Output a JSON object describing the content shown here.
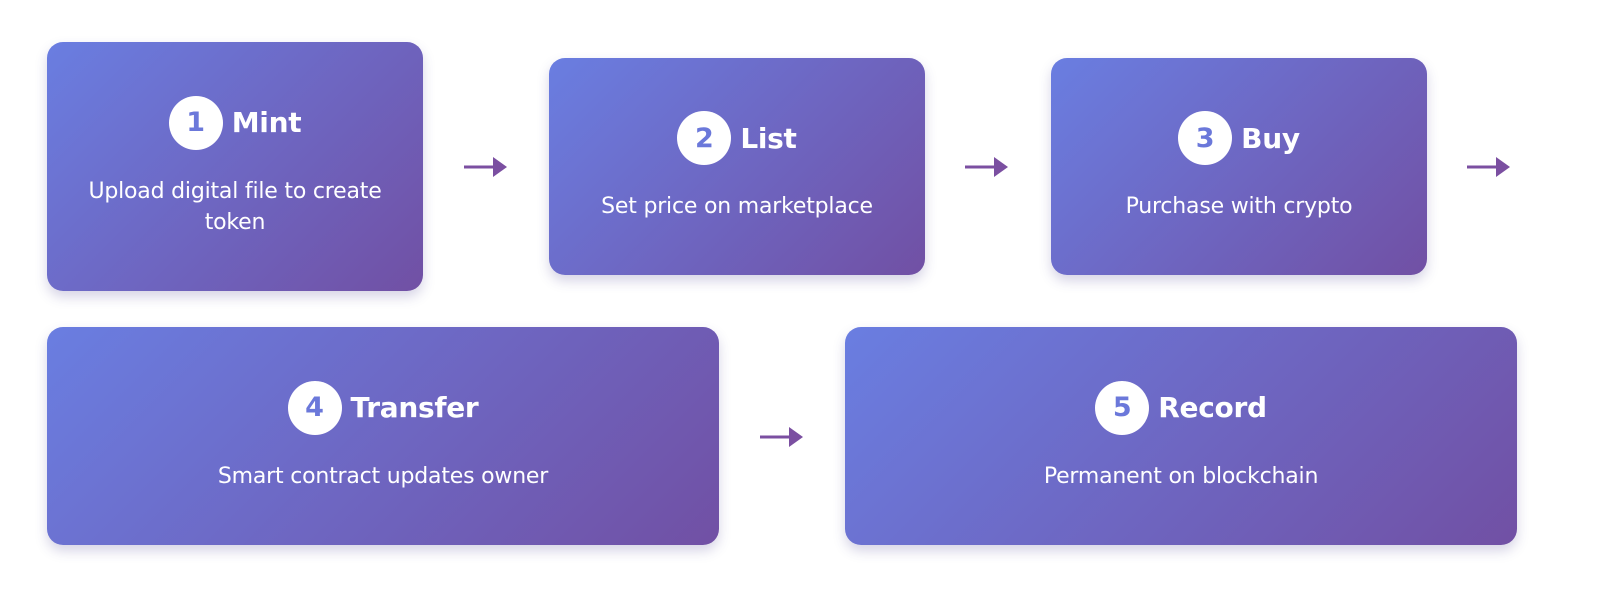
{
  "steps": [
    {
      "number": "1",
      "title": "Mint",
      "description": "Upload digital file to create token"
    },
    {
      "number": "2",
      "title": "List",
      "description": "Set price on marketplace"
    },
    {
      "number": "3",
      "title": "Buy",
      "description": "Purchase with crypto"
    },
    {
      "number": "4",
      "title": "Transfer",
      "description": "Smart contract updates owner"
    },
    {
      "number": "5",
      "title": "Record",
      "description": "Permanent on blockchain"
    }
  ],
  "colors": {
    "gradient_start": "#6a7ee1",
    "gradient_end": "#7150a4",
    "arrow": "#7b4fa1",
    "badge_text": "#6b78da"
  }
}
